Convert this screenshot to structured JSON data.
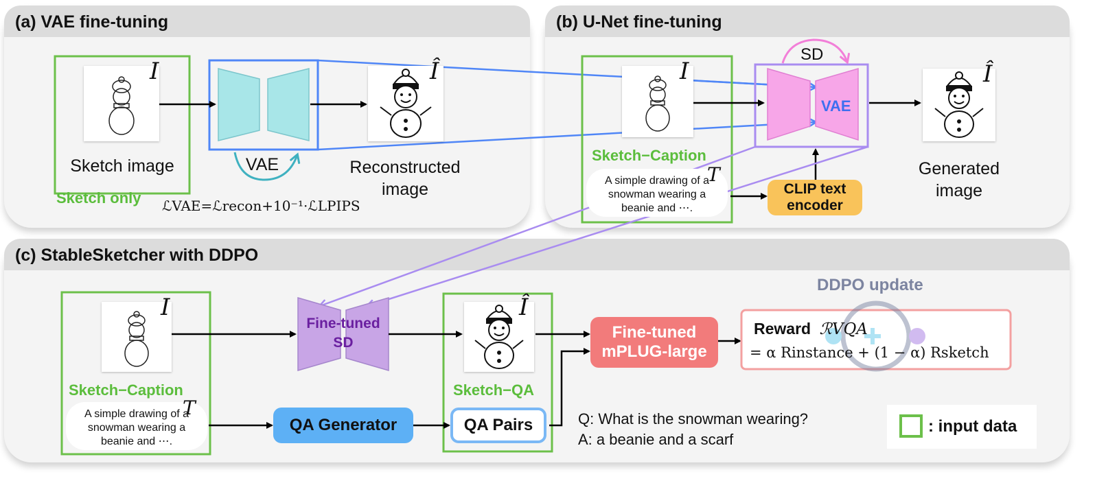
{
  "panels": {
    "a": {
      "title": "(a) VAE fine-tuning"
    },
    "b": {
      "title": "(b) U-Net fine-tuning"
    },
    "c": {
      "title": "(c) StableSketcher with DDPO"
    }
  },
  "panel_a": {
    "input_symbol": "I",
    "input_label": "Sketch image",
    "input_tag": "Sketch only",
    "vae_label": "VAE",
    "output_symbol": "Î",
    "output_label_1": "Reconstructed",
    "output_label_2": "image",
    "loss_formula": "ℒVAE=ℒrecon+10⁻¹·ℒLPIPS"
  },
  "panel_b": {
    "input_symbol": "I",
    "input_tag": "Sketch−Caption",
    "caption_text_symbol": "T",
    "caption": "A simple drawing of a snowman wearing a beanie and ⋯.",
    "sd_label": "SD",
    "vae_label": "VAE",
    "clip_label_1": "CLIP text",
    "clip_label_2": "encoder",
    "output_symbol": "Î",
    "output_label_1": "Generated",
    "output_label_2": "image"
  },
  "panel_c": {
    "input_symbol": "I",
    "input_tag": "Sketch−Caption",
    "caption_text_symbol": "T",
    "caption": "A simple drawing of a snowman wearing a beanie and ⋯.",
    "finetuned_sd_1": "Fine-tuned",
    "finetuned_sd_2": "SD",
    "output_symbol": "Î",
    "qa_tag": "Sketch−QA",
    "qa_generator": "QA Generator",
    "qa_pairs": "QA Pairs",
    "mplug_1": "Fine-tuned",
    "mplug_2": "mPLUG-large",
    "ddpo_update": "DDPO update",
    "reward_label": "Reward",
    "reward_symbol": "ℛVQA",
    "reward_formula": "= α Rinstance + (1 − α) Rsketch",
    "question": "Q: What is the snowman wearing?",
    "answer": "A: a beanie and a scarf",
    "legend": ": input data"
  },
  "colors": {
    "green": "#5bbd3c",
    "vae_cyan": "#a8e6e8",
    "blue_box": "#4f86f7",
    "pink": "#f7a6e8",
    "purple_box": "#a98cf0",
    "clip_orange": "#f9c35a",
    "qa_blue": "#5db0f5",
    "mplug_red": "#f27b7b",
    "reward_border": "#f3a0a0",
    "finetuned_purple": "#c8a5e6"
  }
}
